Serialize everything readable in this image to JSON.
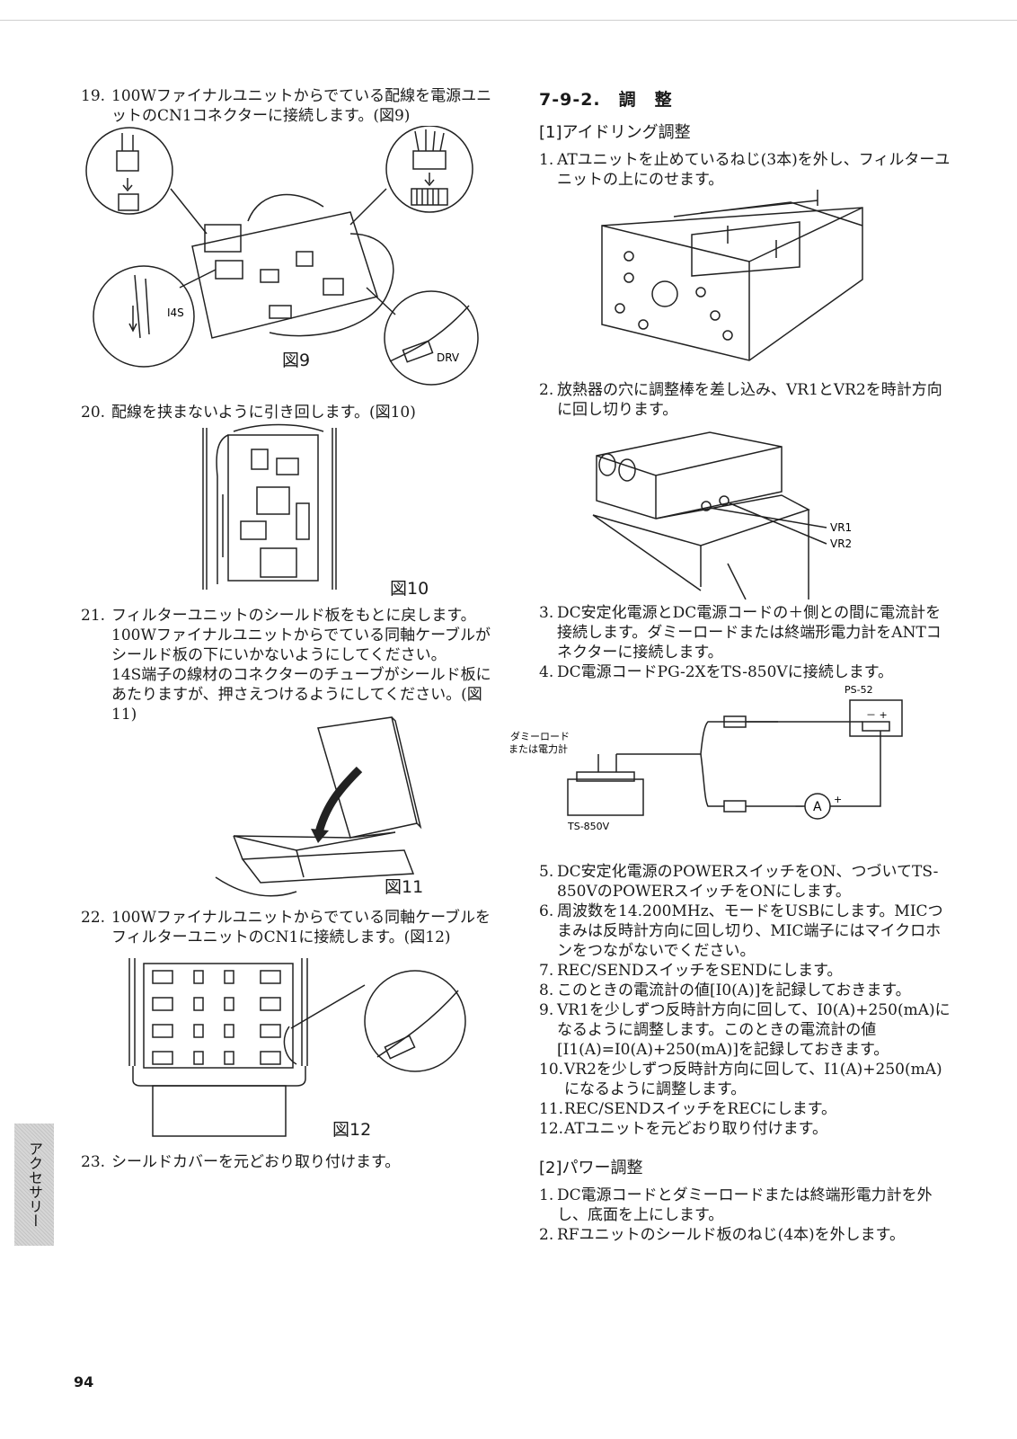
{
  "left": {
    "s19": {
      "num": "19.",
      "text": "100Wファイナルユニットからでている配線を電源ユニットのCN1コネクターに接続します。(図9)"
    },
    "fig9": {
      "caption": "図9",
      "label_14s": "I4S",
      "label_drv": "DRV"
    },
    "s20": {
      "num": "20.",
      "text": "配線を挟まないように引き回します。(図10)"
    },
    "fig10": {
      "caption": "図10"
    },
    "s21": {
      "num": "21.",
      "text1": "フィルターユニットのシールド板をもとに戻します。100Wファイナルユニットからでている同軸ケーブルがシールド板の下にいかないようにしてください。",
      "text2": "14S端子の線材のコネクターのチューブがシールド板にあたりますが、押さえつけるようにしてください。(図11)"
    },
    "fig11": {
      "caption": "図11"
    },
    "s22": {
      "num": "22.",
      "text": "100Wファイナルユニットからでている同軸ケーブルをフィルターユニットのCN1に接続します。(図12)"
    },
    "fig12": {
      "caption": "図12"
    },
    "s23": {
      "num": "23.",
      "text": "シールドカバーを元どおり取り付けます。"
    }
  },
  "right": {
    "heading": "7-9-2.　調　整",
    "sub1": "[1]アイドリング調整",
    "items1": [
      {
        "num": "1.",
        "text": "ATユニットを止めているねじ(3本)を外し、フィルターユニットの上にのせます。"
      },
      {
        "num": "2.",
        "text": "放熱器の穴に調整棒を差し込み、VR1とVR2を時計方向に回し切ります。"
      },
      {
        "num": "3.",
        "text": "DC安定化電源とDC電源コードの＋側との間に電流計を接続します。ダミーロードまたは終端形電力計をANTコネクターに接続します。"
      },
      {
        "num": "4.",
        "text": "DC電源コードPG-2XをTS-850Vに接続します。"
      }
    ],
    "vrfig": {
      "vr1": "VR1",
      "vr2": "VR2"
    },
    "conn": {
      "ps52": "PS-52",
      "dummy1": "ダミーロード",
      "dummy2": "または電力計",
      "ts850v": "TS-850V",
      "meter": "A",
      "minus": "－",
      "plus": "+",
      "pm": "－ +"
    },
    "items2": [
      {
        "num": "5.",
        "text": "DC安定化電源のPOWERスイッチをON、つづいてTS-850VのPOWERスイッチをONにします。"
      },
      {
        "num": "6.",
        "text": "周波数を14.200MHz、モードをUSBにします。MICつまみは反時計方向に回し切り、MIC端子にはマイクロホンをつながないでください。"
      },
      {
        "num": "7.",
        "text": "REC/SENDスイッチをSENDにします。"
      },
      {
        "num": "8.",
        "text": "このときの電流計の値[I0(A)]を記録しておきます。"
      },
      {
        "num": "9.",
        "text": "VR1を少しずつ反時計方向に回して、I0(A)+250(mA)になるように調整します。このときの電流計の値[I1(A)=I0(A)+250(mA)]を記録しておきます。"
      },
      {
        "num": "10.",
        "text": "VR2を少しずつ反時計方向に回して、I1(A)+250(mA)になるように調整します。"
      },
      {
        "num": "11.",
        "text": "REC/SENDスイッチをRECにします。"
      },
      {
        "num": "12.",
        "text": "ATユニットを元どおり取り付けます。"
      }
    ],
    "sub2": "[2]パワー調整",
    "items3": [
      {
        "num": "1.",
        "text": "DC電源コードとダミーロードまたは終端形電力計を外し、底面を上にします。"
      },
      {
        "num": "2.",
        "text": "RFユニットのシールド板のねじ(4本)を外します。"
      }
    ]
  },
  "sidetab": "アクセサリー",
  "page_number": "94"
}
